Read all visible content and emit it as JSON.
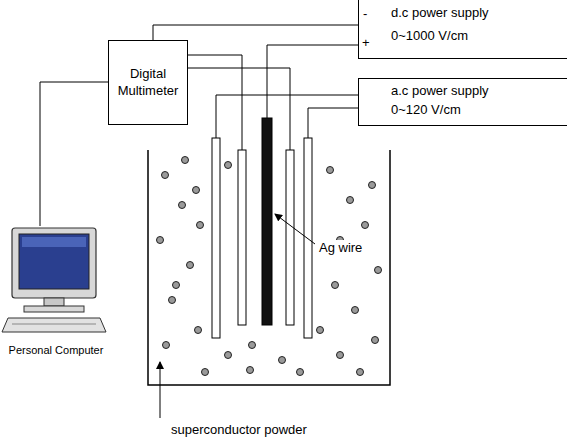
{
  "diagram": {
    "nodes": [
      {
        "text": [
          "Digital Multimeter"
        ]
      },
      {
        "text": [
          "d.c power supply",
          "0~1000 V/cm"
        ]
      },
      {
        "text": [
          "a.c power supply",
          "0~120 V/cm"
        ]
      },
      {
        "text": [
          "Personal Computer"
        ]
      }
    ],
    "edges": [
      {
        "from": 0,
        "to": 1,
        "arrow": "none"
      },
      {
        "from": 0,
        "to": 3,
        "arrow": "none"
      }
    ],
    "labels": [
      "-",
      "+",
      "Ag wire",
      "superconductor powder"
    ]
  }
}
